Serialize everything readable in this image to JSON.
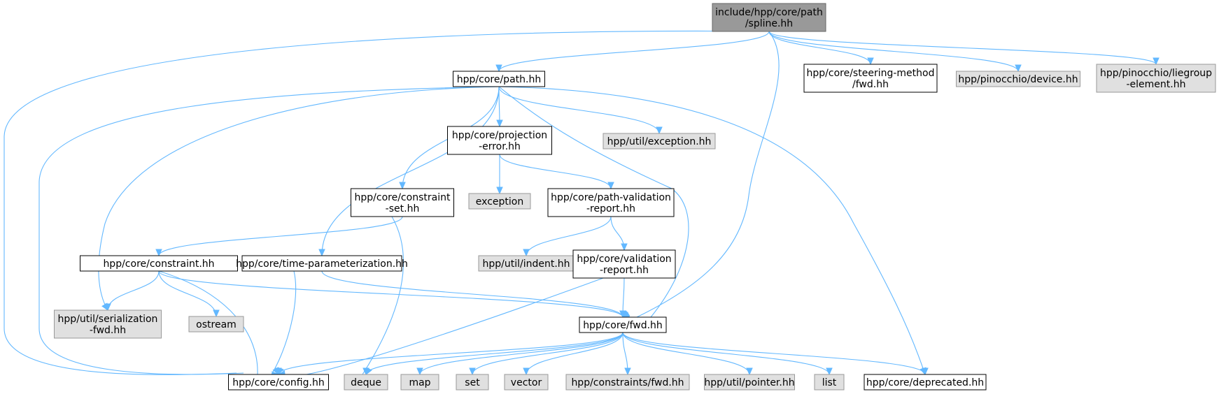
{
  "colors": {
    "root_fill": "#999999",
    "root_stroke": "#666666",
    "doc_fill": "#ffffff",
    "doc_stroke": "#000000",
    "ext_fill": "#e0e0e0",
    "ext_stroke": "#999999",
    "edge": "#63b8ff"
  },
  "nodes": {
    "spline": {
      "lines": [
        "include/hpp/core/path",
        "/spline.hh"
      ],
      "kind": "root"
    },
    "path": {
      "lines": [
        "hpp/core/path.hh"
      ],
      "kind": "doc"
    },
    "steering": {
      "lines": [
        "hpp/core/steering-method",
        "/fwd.hh"
      ],
      "kind": "doc"
    },
    "pin_device": {
      "lines": [
        "hpp/pinocchio/device.hh"
      ],
      "kind": "ext"
    },
    "pin_lie": {
      "lines": [
        "hpp/pinocchio/liegroup",
        "-element.hh"
      ],
      "kind": "ext"
    },
    "projection": {
      "lines": [
        "hpp/core/projection",
        "-error.hh"
      ],
      "kind": "doc"
    },
    "util_exception": {
      "lines": [
        "hpp/util/exception.hh"
      ],
      "kind": "ext"
    },
    "constraint_set": {
      "lines": [
        "hpp/core/constraint",
        "-set.hh"
      ],
      "kind": "doc"
    },
    "exception": {
      "lines": [
        "exception"
      ],
      "kind": "ext"
    },
    "pv_report": {
      "lines": [
        "hpp/core/path-validation",
        "-report.hh"
      ],
      "kind": "doc"
    },
    "constraint": {
      "lines": [
        "hpp/core/constraint.hh"
      ],
      "kind": "doc"
    },
    "time_param": {
      "lines": [
        "hpp/core/time-parameterization.hh"
      ],
      "kind": "doc"
    },
    "indent": {
      "lines": [
        "hpp/util/indent.hh"
      ],
      "kind": "ext"
    },
    "validation_report": {
      "lines": [
        "hpp/core/validation",
        "-report.hh"
      ],
      "kind": "doc"
    },
    "serialization": {
      "lines": [
        "hpp/util/serialization",
        "-fwd.hh"
      ],
      "kind": "ext"
    },
    "ostream": {
      "lines": [
        "ostream"
      ],
      "kind": "ext"
    },
    "fwd": {
      "lines": [
        "hpp/core/fwd.hh"
      ],
      "kind": "doc"
    },
    "config": {
      "lines": [
        "hpp/core/config.hh"
      ],
      "kind": "doc"
    },
    "deque": {
      "lines": [
        "deque"
      ],
      "kind": "ext"
    },
    "map": {
      "lines": [
        "map"
      ],
      "kind": "ext"
    },
    "set": {
      "lines": [
        "set"
      ],
      "kind": "ext"
    },
    "vector": {
      "lines": [
        "vector"
      ],
      "kind": "ext"
    },
    "constraints_fwd": {
      "lines": [
        "hpp/constraints/fwd.hh"
      ],
      "kind": "ext"
    },
    "pointer": {
      "lines": [
        "hpp/util/pointer.hh"
      ],
      "kind": "ext"
    },
    "list": {
      "lines": [
        "list"
      ],
      "kind": "ext"
    },
    "deprecated": {
      "lines": [
        "hpp/core/deprecated.hh"
      ],
      "kind": "doc"
    }
  },
  "edges": [
    [
      "spline",
      "config"
    ],
    [
      "spline",
      "path"
    ],
    [
      "spline",
      "fwd"
    ],
    [
      "spline",
      "steering"
    ],
    [
      "spline",
      "pin_device"
    ],
    [
      "spline",
      "pin_lie"
    ],
    [
      "path",
      "config"
    ],
    [
      "path",
      "serialization"
    ],
    [
      "path",
      "time_param"
    ],
    [
      "path",
      "constraint_set"
    ],
    [
      "path",
      "projection"
    ],
    [
      "path",
      "fwd"
    ],
    [
      "path",
      "util_exception"
    ],
    [
      "path",
      "deprecated"
    ],
    [
      "projection",
      "exception"
    ],
    [
      "projection",
      "pv_report"
    ],
    [
      "constraint_set",
      "constraint"
    ],
    [
      "constraint_set",
      "deque"
    ],
    [
      "pv_report",
      "indent"
    ],
    [
      "pv_report",
      "validation_report"
    ],
    [
      "constraint",
      "serialization"
    ],
    [
      "constraint",
      "ostream"
    ],
    [
      "constraint",
      "config"
    ],
    [
      "constraint",
      "fwd"
    ],
    [
      "time_param",
      "config"
    ],
    [
      "time_param",
      "fwd"
    ],
    [
      "validation_report",
      "config"
    ],
    [
      "validation_report",
      "fwd"
    ],
    [
      "fwd",
      "config"
    ],
    [
      "fwd",
      "deque"
    ],
    [
      "fwd",
      "map"
    ],
    [
      "fwd",
      "set"
    ],
    [
      "fwd",
      "vector"
    ],
    [
      "fwd",
      "constraints_fwd"
    ],
    [
      "fwd",
      "pointer"
    ],
    [
      "fwd",
      "list"
    ],
    [
      "fwd",
      "deprecated"
    ]
  ]
}
